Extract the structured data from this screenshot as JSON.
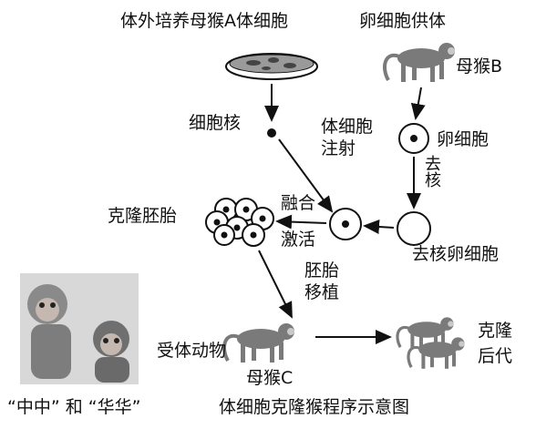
{
  "labels": {
    "culture": "体外培养母猴A体细胞",
    "donor": "卵细胞供体",
    "monkey_b": "母猴B",
    "nucleus": "细胞核",
    "oocyte": "卵细胞",
    "enucleate": "去核",
    "inject_1": "体细胞",
    "inject_2": "注射",
    "fuse": "融合",
    "activate": "激活",
    "enucleated_oocyte": "去核卵细胞",
    "clone_embryo": "克隆胚胎",
    "transfer_1": "胚胎",
    "transfer_2": "移植",
    "recipient": "受体动物",
    "monkey_c": "母猴C",
    "offspring_1": "克隆",
    "offspring_2": "后代",
    "photo_caption": "“中中” 和 “华华”",
    "diagram_caption": "体细胞克隆猴程序示意图"
  },
  "colors": {
    "ink": "#111111",
    "monkey": "#7a7a7a",
    "photo_bg": "#d8d8d8"
  },
  "icons": [
    "petri-dish-icon",
    "monkey-icon",
    "cell-icon",
    "embryo-icon",
    "photo-of-monkeys"
  ]
}
